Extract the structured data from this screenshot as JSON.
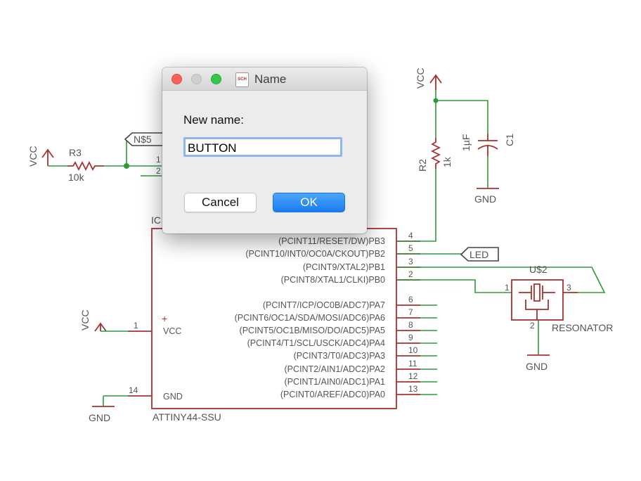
{
  "colors": {
    "wire": "#2f9a3a",
    "part": "#a8322f",
    "label_text": "#555555",
    "ok_button": "#1a7bf0"
  },
  "dialog": {
    "title": "Name",
    "app_icon": "sch-document-icon",
    "app_icon_text": "SCH",
    "prompt": "New name:",
    "input_value": "BUTTON",
    "cancel_label": "Cancel",
    "ok_label": "OK"
  },
  "schematic": {
    "vcc_label": "VCC",
    "gnd_label": "GND",
    "r3": {
      "name": "R3",
      "value": "10k"
    },
    "r2": {
      "name": "R2",
      "value": "1k"
    },
    "c1": {
      "name": "C1",
      "value": "1µF"
    },
    "net_n5": "N$5",
    "net_led": "LED",
    "ic": {
      "ref": "IC",
      "part": "ATTINY44-SSU",
      "plus": "+",
      "vcc_pin": {
        "num": "1",
        "name": "VCC"
      },
      "gnd_pin": {
        "num": "14",
        "name": "GND"
      },
      "left_pins_top": [
        "1",
        "2"
      ],
      "right_pins": [
        {
          "num": "4",
          "name": "(PCINT11/RESET/DW)PB3"
        },
        {
          "num": "5",
          "name": "(PCINT10/INT0/OC0A/CKOUT)PB2"
        },
        {
          "num": "3",
          "name": "(PCINT9/XTAL2)PB1"
        },
        {
          "num": "2",
          "name": "(PCINT8/XTAL1/CLKI)PB0"
        },
        {
          "num": "6",
          "name": "(PCINT7/ICP/OC0B/ADC7)PA7"
        },
        {
          "num": "7",
          "name": "(PCINT6/OC1A/SDA/MOSI/ADC6)PA6"
        },
        {
          "num": "8",
          "name": "(PCINT5/OC1B/MISO/DO/ADC5)PA5"
        },
        {
          "num": "9",
          "name": "(PCINT4/T1/SCL/USCK/ADC4)PA4"
        },
        {
          "num": "10",
          "name": "(PCINT3/T0/ADC3)PA3"
        },
        {
          "num": "11",
          "name": "(PCINT2/AIN1/ADC2)PA2"
        },
        {
          "num": "12",
          "name": "(PCINT1/AIN0/ADC1)PA1"
        },
        {
          "num": "13",
          "name": "(PCINT0/AREF/ADC0)PA0"
        }
      ]
    },
    "resonator": {
      "ref": "U$2",
      "name": "RESONATOR",
      "pin1": "1",
      "pin2": "2",
      "pin3": "3"
    }
  }
}
